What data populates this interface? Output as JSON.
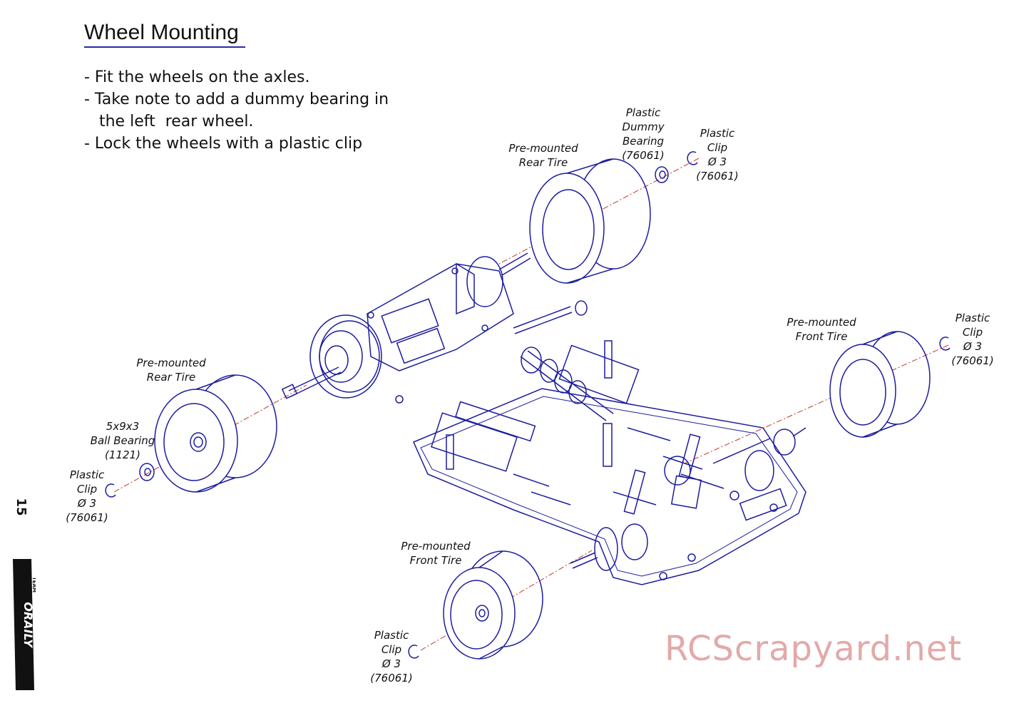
{
  "title": "Wheel Mounting",
  "steps": [
    "- Fit the wheels on the axles.",
    "- Take note to add a dummy bearing in",
    "   the left  rear wheel.",
    "- Lock the wheels with a plastic clip"
  ],
  "callouts": {
    "rear_tire_top": [
      "Pre-mounted",
      "Rear Tire"
    ],
    "dummy_bearing": [
      "Plastic",
      "Dummy",
      "Bearing",
      "(76061)"
    ],
    "clip_rear_top": [
      "Plastic",
      "Clip",
      "Ø 3",
      "(76061)"
    ],
    "front_tire_right": [
      "Pre-mounted",
      "Front Tire"
    ],
    "clip_front_right": [
      "Plastic",
      "Clip",
      "Ø 3",
      "(76061)"
    ],
    "rear_tire_left": [
      "Pre-mounted",
      "Rear Tire"
    ],
    "ball_bearing": [
      "5x9x3",
      "Ball Bearing",
      "(1121)"
    ],
    "clip_rear_left": [
      "Plastic",
      "Clip",
      "Ø 3",
      "(76061)"
    ],
    "front_tire_bottom": [
      "Pre-mounted",
      "Front Tire"
    ],
    "clip_front_bottom": [
      "Plastic",
      "Clip",
      "Ø 3",
      "(76061)"
    ]
  },
  "page_number": "15",
  "brand_logo_text": "TEAM ORAILY",
  "watermark": "RCScrapyard.net",
  "colors": {
    "line_art": "#1c1c9e",
    "leader_line": "#c0392b",
    "watermark": "#e3a9a9"
  }
}
